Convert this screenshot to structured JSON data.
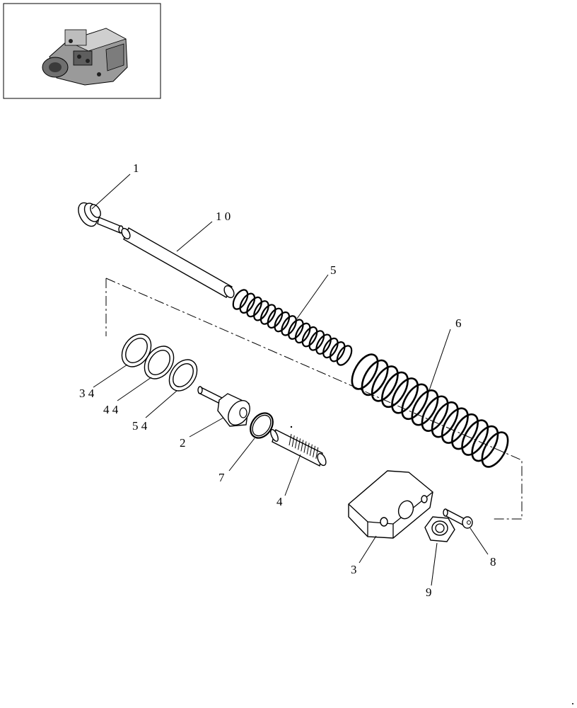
{
  "thumbnail": {
    "icon": "hydraulic-pump-assembly-icon"
  },
  "callouts": {
    "c1": "1",
    "c10": "1 0",
    "c5": "5",
    "c6": "6",
    "c34": "3 4",
    "c44": "4 4",
    "c54": "5 4",
    "c2": "2",
    "c7": "7",
    "c4": "4",
    "c3": "3",
    "c8": "8",
    "c9": "9"
  }
}
